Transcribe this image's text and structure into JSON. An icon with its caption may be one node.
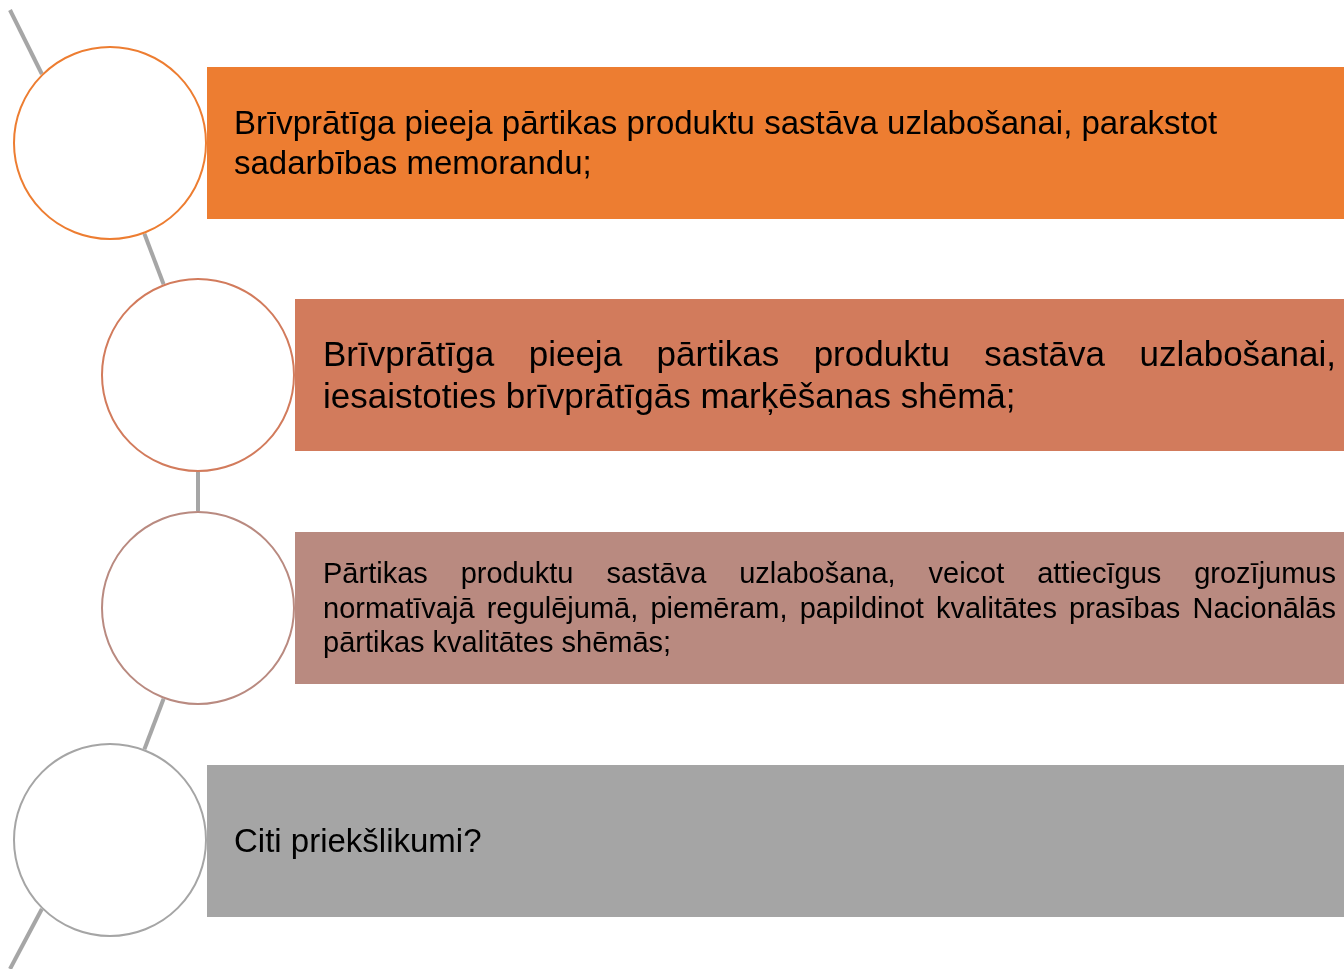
{
  "diagram": {
    "nodes": [
      {
        "text": [],
        "shape": "circle"
      },
      {
        "text": [
          "Brīvprātīga pieeja pārtikas produktu sastāva uzlabošanai, parakstot sadarbības memorandu;"
        ]
      },
      {
        "text": [],
        "shape": "circle"
      },
      {
        "text": [
          "Brīvprātīga pieeja pārtikas produktu sastāva uzlabošanai, iesaistoties brīvprātīgās marķēšanas shēmā;"
        ]
      },
      {
        "text": [],
        "shape": "circle"
      },
      {
        "text": [
          "Pārtikas produktu sastāva uzlabošana, veicot attiecīgus grozījumus normatīvajā regulējumā, piemēram, papildinot kvalitātes prasības Nacionālās pārtikas kvalitātes shēmās;"
        ]
      },
      {
        "text": [],
        "shape": "circle"
      },
      {
        "text": [
          "Citi priekšlikumi?"
        ]
      }
    ],
    "edges": [
      {
        "from": null,
        "to": 0,
        "arrow": "none"
      },
      {
        "from": 0,
        "to": 2,
        "arrow": "none"
      },
      {
        "from": 2,
        "to": 4,
        "arrow": "none"
      },
      {
        "from": 4,
        "to": 6,
        "arrow": "none"
      },
      {
        "from": 6,
        "to": null,
        "arrow": "none"
      }
    ]
  }
}
